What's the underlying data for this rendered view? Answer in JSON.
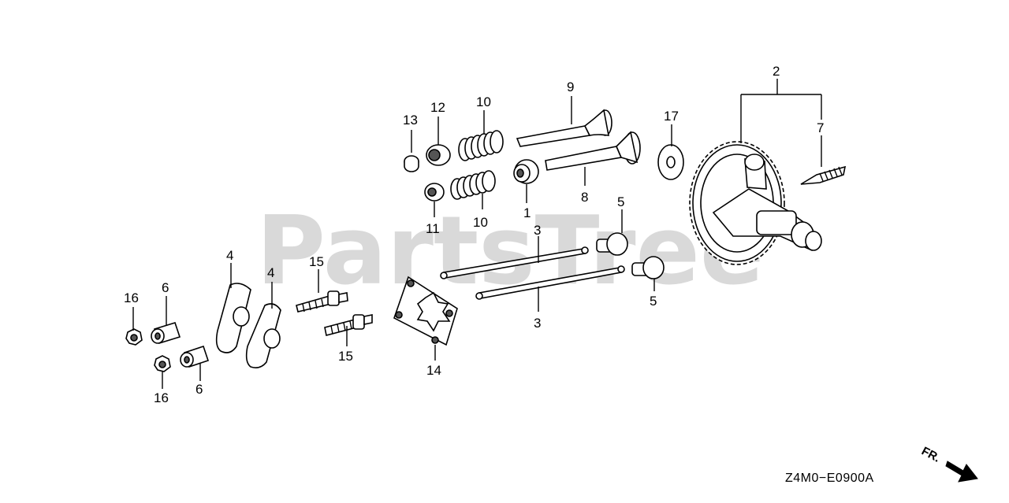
{
  "watermark": "PartsTree",
  "callouts": {
    "c1": "1",
    "c2": "2",
    "c3a": "3",
    "c3b": "3",
    "c4a": "4",
    "c4b": "4",
    "c5a": "5",
    "c5b": "5",
    "c6a": "6",
    "c6b": "6",
    "c7": "7",
    "c8": "8",
    "c9": "9",
    "c10a": "10",
    "c10b": "10",
    "c11": "11",
    "c12": "12",
    "c13": "13",
    "c14": "14",
    "c15a": "15",
    "c15b": "15",
    "c16a": "16",
    "c16b": "16",
    "c17": "17"
  },
  "diagram_code": "Z4M0−E0900A",
  "direction_label": "FR."
}
